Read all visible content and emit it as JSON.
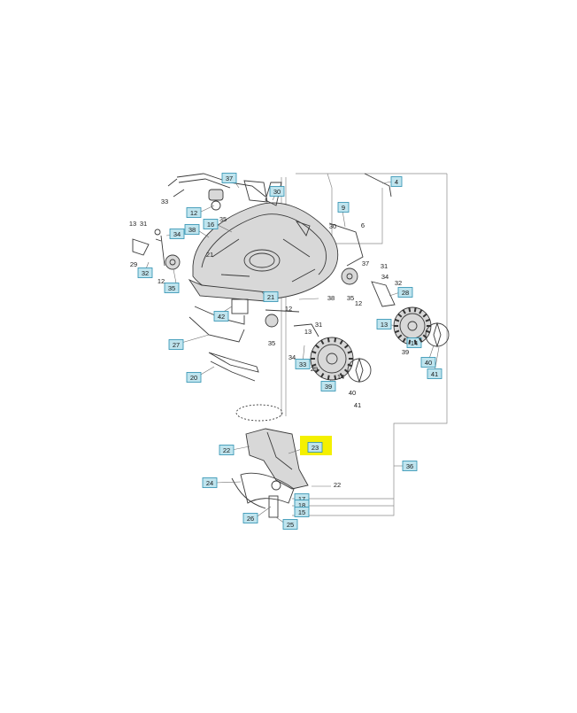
{
  "diagram": {
    "boxed_callouts": [
      {
        "id": "c37a",
        "text": "37"
      },
      {
        "id": "c30a",
        "text": "30"
      },
      {
        "id": "c4",
        "text": "4"
      },
      {
        "id": "c12a",
        "text": "12"
      },
      {
        "id": "c16",
        "text": "16"
      },
      {
        "id": "c9",
        "text": "9"
      },
      {
        "id": "c38",
        "text": "38"
      },
      {
        "id": "c34",
        "text": "34"
      },
      {
        "id": "c32",
        "text": "32"
      },
      {
        "id": "c35",
        "text": "35"
      },
      {
        "id": "c21",
        "text": "21"
      },
      {
        "id": "c42",
        "text": "42"
      },
      {
        "id": "c28",
        "text": "28"
      },
      {
        "id": "c13",
        "text": "13"
      },
      {
        "id": "c27",
        "text": "27"
      },
      {
        "id": "c33",
        "text": "33"
      },
      {
        "id": "c39",
        "text": "39"
      },
      {
        "id": "c14",
        "text": "14"
      },
      {
        "id": "c40",
        "text": "40"
      },
      {
        "id": "c41",
        "text": "41"
      },
      {
        "id": "c20",
        "text": "20"
      },
      {
        "id": "c22",
        "text": "22"
      },
      {
        "id": "c23",
        "text": "23"
      },
      {
        "id": "c36",
        "text": "36"
      },
      {
        "id": "c24",
        "text": "24"
      },
      {
        "id": "c17",
        "text": "17"
      },
      {
        "id": "c18",
        "text": "18"
      },
      {
        "id": "c15",
        "text": "15"
      },
      {
        "id": "c26",
        "text": "26"
      },
      {
        "id": "c25",
        "text": "25"
      }
    ],
    "plain_callouts": [
      {
        "id": "p33",
        "text": "33"
      },
      {
        "id": "p35a",
        "text": "35"
      },
      {
        "id": "p13",
        "text": "13"
      },
      {
        "id": "p31a",
        "text": "31"
      },
      {
        "id": "p29a",
        "text": "29"
      },
      {
        "id": "p12a",
        "text": "12"
      },
      {
        "id": "p21",
        "text": "21"
      },
      {
        "id": "p30",
        "text": "30"
      },
      {
        "id": "p6",
        "text": "6"
      },
      {
        "id": "p37",
        "text": "37"
      },
      {
        "id": "p31b",
        "text": "31"
      },
      {
        "id": "p32",
        "text": "32"
      },
      {
        "id": "p34",
        "text": "34"
      },
      {
        "id": "p38",
        "text": "38"
      },
      {
        "id": "p35b",
        "text": "35"
      },
      {
        "id": "p12b",
        "text": "12"
      },
      {
        "id": "p12c",
        "text": "12"
      },
      {
        "id": "p31c",
        "text": "31"
      },
      {
        "id": "p13b",
        "text": "13"
      },
      {
        "id": "p35c",
        "text": "35"
      },
      {
        "id": "p34b",
        "text": "34"
      },
      {
        "id": "p29b",
        "text": "29"
      },
      {
        "id": "p14",
        "text": "14"
      },
      {
        "id": "p39",
        "text": "39"
      },
      {
        "id": "p40",
        "text": "40"
      },
      {
        "id": "p41",
        "text": "41"
      },
      {
        "id": "p22",
        "text": "22"
      }
    ],
    "highlight_color": "#f4f000",
    "callout_box_color": "#bfe4ee"
  }
}
